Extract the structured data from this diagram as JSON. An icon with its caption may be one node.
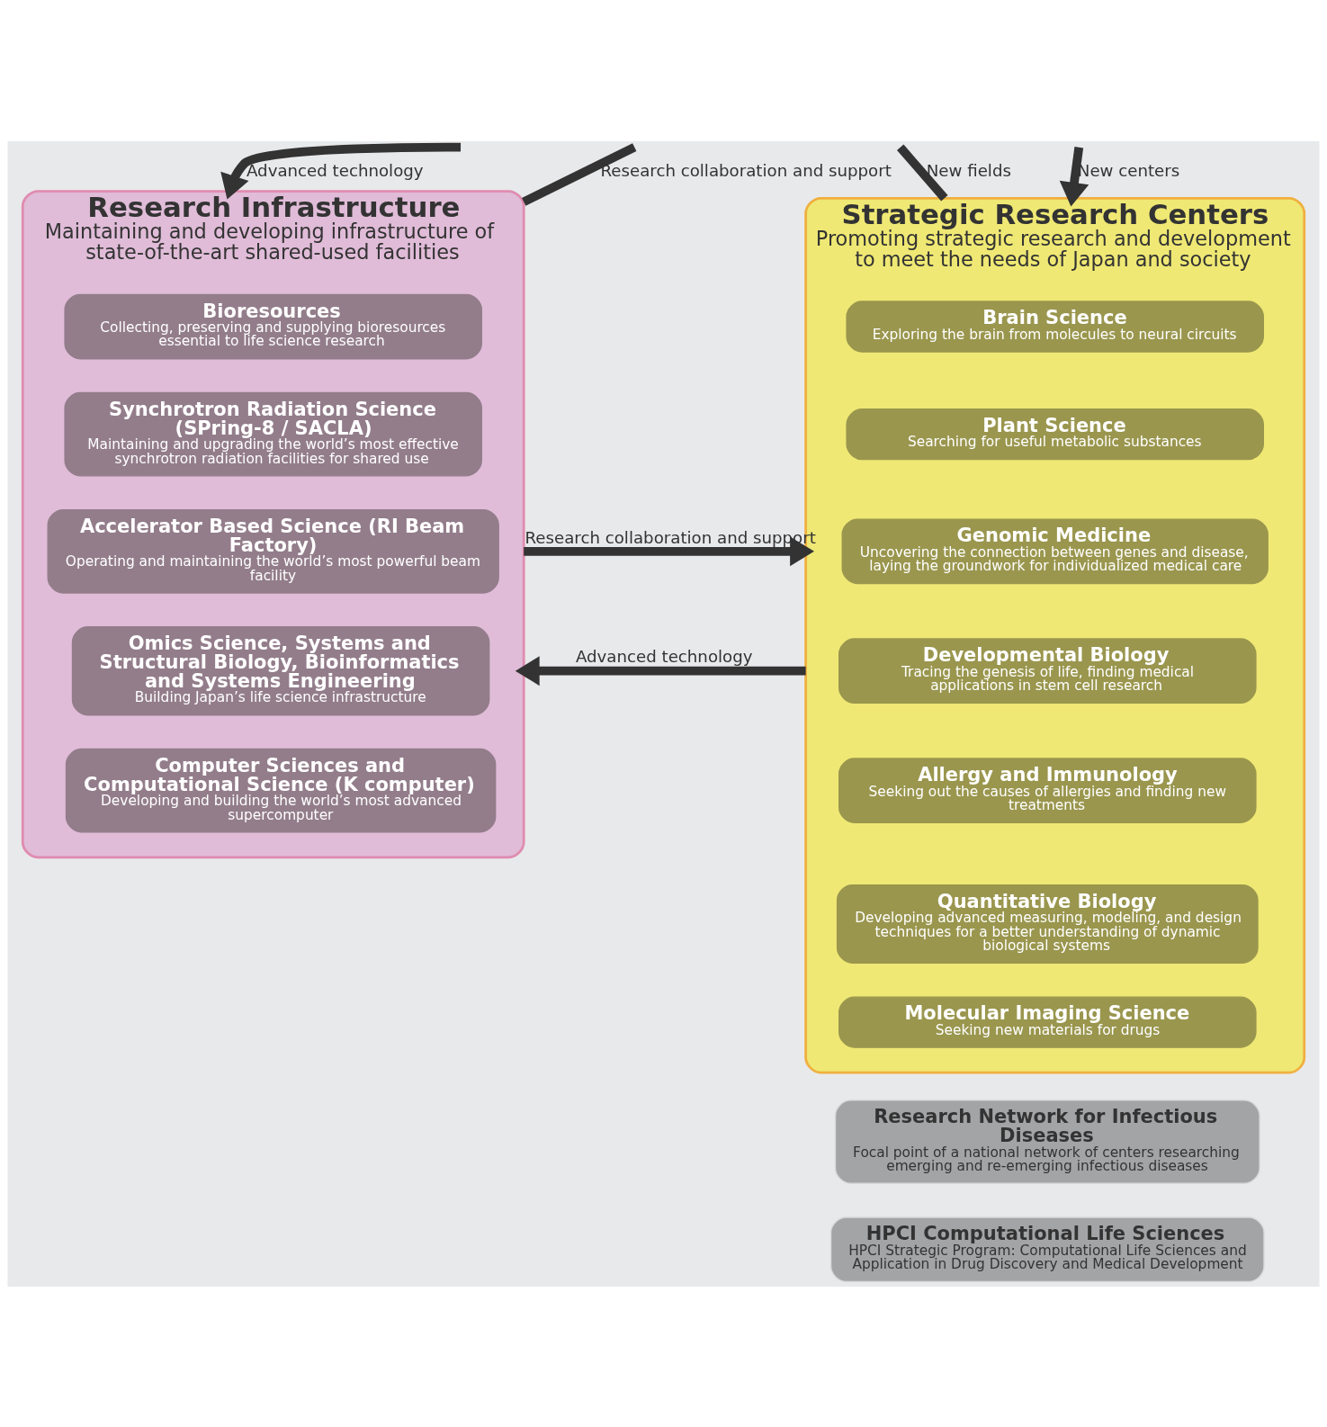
{
  "diagram": {
    "nodes": [
      {
        "text": [
          "Strategic Research Centers",
          "Promoting strategic research and development to meet the needs of Japan and society"
        ]
      },
      {
        "text": [
          "Brain Science",
          "Exploring the brain from molecules to neural circuits"
        ],
        "in": 0
      },
      {
        "text": [
          "Plant Science",
          "Searching for useful metabolic substances"
        ],
        "in": 0
      },
      {
        "text": [
          "Genomic Medicine",
          "Uncovering the connection between genes and disease, laying the groundwork for individualized medical care"
        ],
        "in": 0
      },
      {
        "text": [
          "Developmental Biology",
          "Tracing the genesis of life, finding medical applications in stem cell research"
        ],
        "in": 0
      },
      {
        "text": [
          "Allergy and Immunology",
          "Seeking out the causes of allergies and finding new treatments"
        ],
        "in": 0
      },
      {
        "text": [
          "Quantitative Biology",
          "Developing advanced measuring, modeling, and design techniques for a better understanding of dynamic biological systems"
        ],
        "in": 0
      },
      {
        "text": [
          "Molecular Imaging Science",
          "Seeking new materials for drugs"
        ],
        "in": 0
      },
      {
        "text": [
          "Research Infrastructure",
          "Maintaining and developing infrastructure of state-of-the-art shared-used facilities"
        ]
      },
      {
        "text": [
          "Bioresources",
          "Collecting, preserving and supplying bioresources essential to life science research"
        ],
        "in": 8
      },
      {
        "text": [
          "Synchrotron Radiation Science (SPring-8 / SACLA)",
          "Maintaining and upgrading the world’s most effective synchrotron radiation facilities for shared use"
        ],
        "in": 8
      },
      {
        "text": [
          "Accelerator Based Science (RI Beam Factory)",
          "Operating and maintaining the world’s most powerful beam facility"
        ],
        "in": 8
      },
      {
        "text": [
          "Omics Science, Systems and Structural Biology, Bioinformatics and Systems Engineering",
          "Building Japan’s life science infrastructure"
        ],
        "in": 8
      },
      {
        "text": [
          "Computer Sciences and Computational Science (K computer)",
          "Developing and building the world’s most advanced supercomputer"
        ],
        "in": 8
      },
      {
        "text": [
          "Research Network for Infectious Diseases",
          "Focal point of a national network of centers researching emerging and re-emerging infectious diseases"
        ]
      },
      {
        "text": [
          "HPCI Computational Life Sciences",
          "HPCI Strategic Program: Computational Life Sciences and Application in Drug Discovery and Medical Development"
        ]
      }
    ],
    "edges": [
      {
        "from": null,
        "to": 8,
        "arrow": "to",
        "label": "Advanced technology"
      },
      {
        "from": 8,
        "to": null,
        "arrow": "none",
        "label": "Research collaboration and support"
      },
      {
        "from": 8,
        "to": 0,
        "arrow": "to",
        "label": "Research collaboration and support"
      },
      {
        "from": 0,
        "to": 8,
        "arrow": "to",
        "label": "Advanced technology"
      },
      {
        "from": 0,
        "to": null,
        "arrow": "none",
        "label": "New fields"
      },
      {
        "from": null,
        "to": 0,
        "arrow": "to",
        "label": "New centers"
      }
    ]
  }
}
